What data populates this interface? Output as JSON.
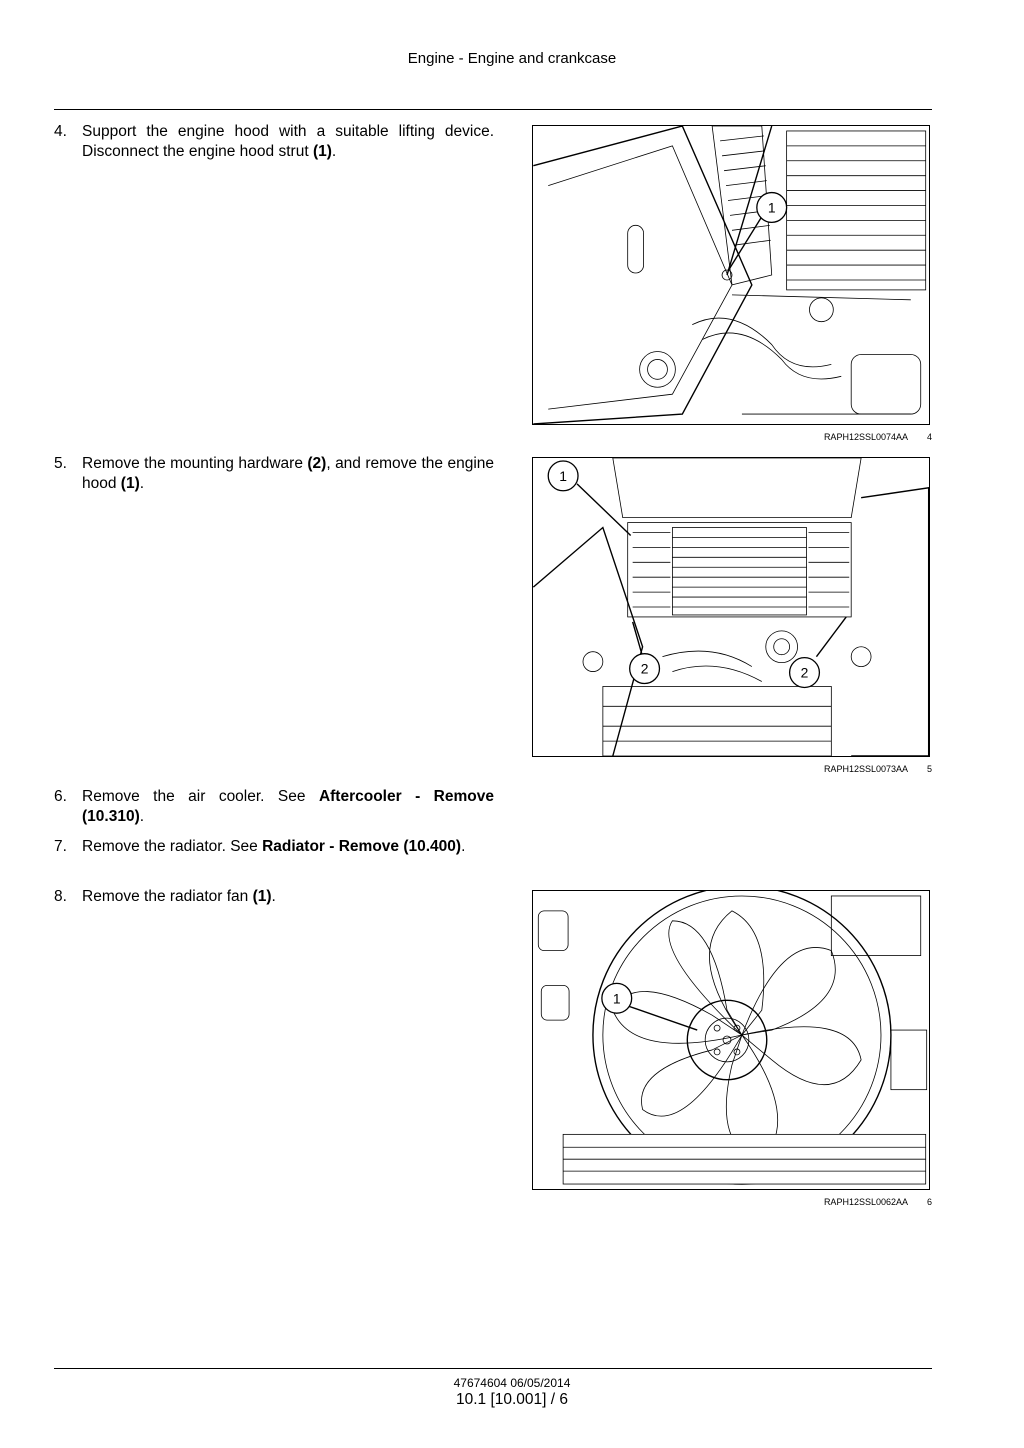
{
  "header": {
    "title": "Engine - Engine and crankcase"
  },
  "steps": [
    {
      "num": "4.",
      "parts": [
        {
          "t": "Support the engine hood with a suitable lifting device. Disconnect the engine hood strut ",
          "b": false
        },
        {
          "t": "(1)",
          "b": true
        },
        {
          "t": ".",
          "b": false
        }
      ]
    },
    {
      "num": "5.",
      "parts": [
        {
          "t": "Remove the mounting hardware ",
          "b": false
        },
        {
          "t": "(2)",
          "b": true
        },
        {
          "t": ", and remove the engine hood ",
          "b": false
        },
        {
          "t": "(1)",
          "b": true
        },
        {
          "t": ".",
          "b": false
        }
      ]
    },
    {
      "num": "6.",
      "parts": [
        {
          "t": "Remove the air cooler.  See ",
          "b": false
        },
        {
          "t": "Aftercooler - Remove (10.310)",
          "b": true
        },
        {
          "t": ".",
          "b": false
        }
      ]
    },
    {
      "num": "7.",
      "parts": [
        {
          "t": "Remove the radiator.  See ",
          "b": false
        },
        {
          "t": "Radiator - Remove (10.400)",
          "b": true
        },
        {
          "t": ".",
          "b": false
        }
      ]
    },
    {
      "num": "8.",
      "parts": [
        {
          "t": "Remove the radiator fan ",
          "b": false
        },
        {
          "t": "(1)",
          "b": true
        },
        {
          "t": ".",
          "b": false
        }
      ]
    }
  ],
  "figures": [
    {
      "code": "RAPH12SSL0074AA",
      "number": "4",
      "callouts": [
        "1"
      ]
    },
    {
      "code": "RAPH12SSL0073AA",
      "number": "5",
      "callouts": [
        "1",
        "2",
        "2"
      ]
    },
    {
      "code": "RAPH12SSL0062AA",
      "number": "6",
      "callouts": [
        "1"
      ]
    }
  ],
  "footer": {
    "doc_code": "47674604 06/05/2014",
    "page_ref": "10.1 [10.001] / 6"
  }
}
